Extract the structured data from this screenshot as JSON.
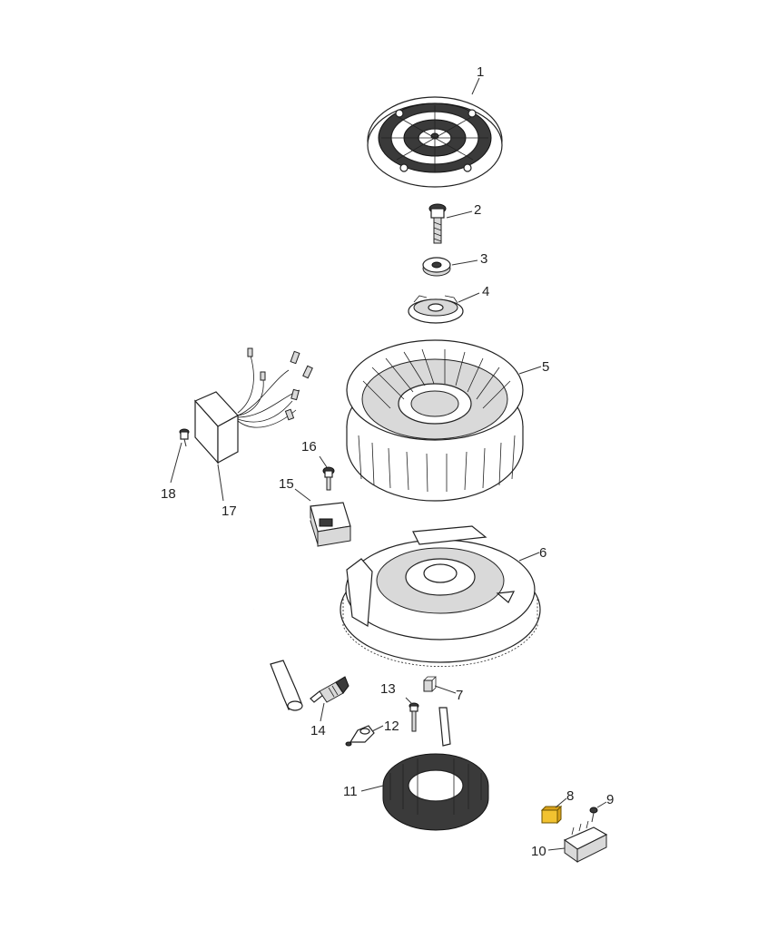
{
  "callouts": [
    "1",
    "2",
    "3",
    "4",
    "5",
    "6",
    "7",
    "8",
    "9",
    "10",
    "11",
    "12",
    "13",
    "14",
    "15",
    "16",
    "17",
    "18"
  ],
  "colors": {
    "line": "#222222",
    "highlight": "#f2c230",
    "part_fill": "#d9d9d9",
    "dark_fill": "#3a3a3a"
  }
}
